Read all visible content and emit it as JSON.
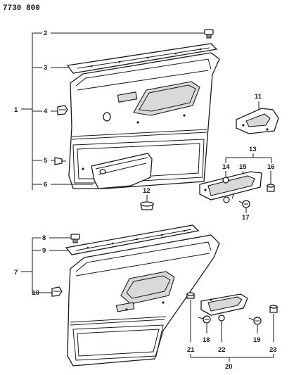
{
  "diagram_code": "7730 800",
  "callouts": {
    "c1": "1",
    "c2": "2",
    "c3": "3",
    "c4": "4",
    "c5": "5",
    "c6": "6",
    "c7": "7",
    "c8": "8",
    "c9": "9",
    "c10": "10",
    "c11": "11",
    "c12": "12",
    "c13": "13",
    "c14": "14",
    "c15": "15",
    "c16": "16",
    "c17": "17",
    "c18": "18",
    "c19": "19",
    "c20": "20",
    "c21": "21",
    "c22": "22",
    "c23": "23"
  }
}
